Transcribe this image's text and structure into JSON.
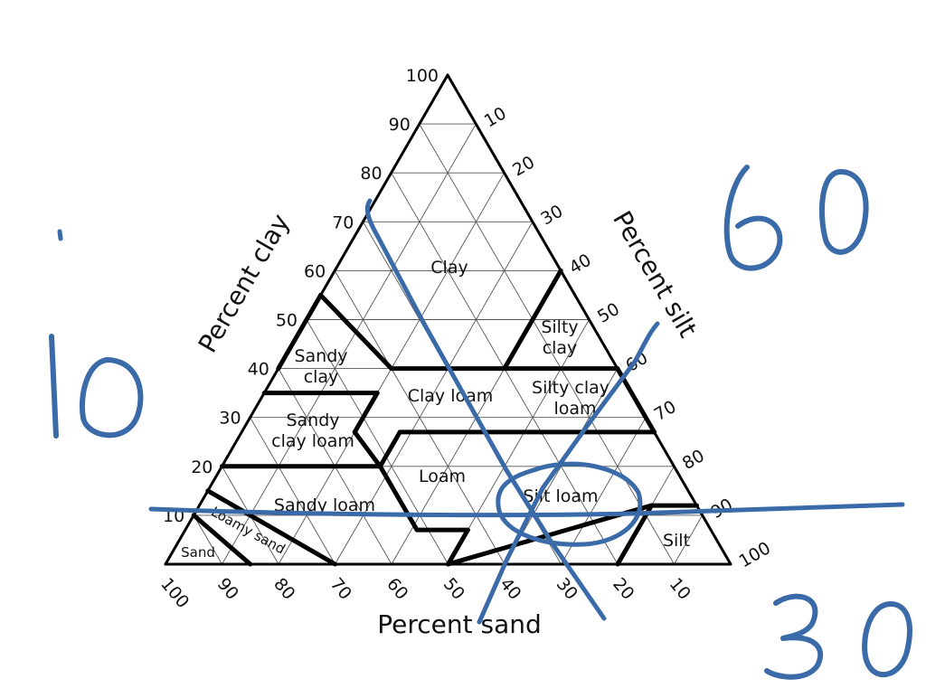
{
  "axes": {
    "clay": {
      "title": "Percent clay",
      "ticks": [
        "10",
        "20",
        "30",
        "40",
        "50",
        "60",
        "70",
        "80",
        "90",
        "100"
      ]
    },
    "silt": {
      "title": "Percent silt",
      "ticks": [
        "10",
        "20",
        "30",
        "40",
        "50",
        "60",
        "70",
        "80",
        "90",
        "100"
      ]
    },
    "sand": {
      "title": "Percent sand",
      "ticks": [
        "100",
        "90",
        "80",
        "70",
        "60",
        "50",
        "40",
        "30",
        "20",
        "10"
      ]
    }
  },
  "regions": {
    "clay": "Clay",
    "silty_clay_1": "Silty",
    "silty_clay_2": "clay",
    "sandy_clay_1": "Sandy",
    "sandy_clay_2": "clay",
    "clay_loam": "Clay loam",
    "silty_clay_loam_1": "Silty clay",
    "silty_clay_loam_2": "loam",
    "sandy_clay_loam_1": "Sandy",
    "sandy_clay_loam_2": "clay loam",
    "loam": "Loam",
    "silt_loam": "Silt loam",
    "sandy_loam": "Sandy loam",
    "loamy_sand": "Loamy sand",
    "sand": "Sand",
    "silt": "Silt"
  },
  "annotations": {
    "number_10": "10",
    "number_60": "60",
    "number_30": "30"
  },
  "colors": {
    "ink": "#3a6aa8",
    "grid": "#555555",
    "boundary": "#000000"
  }
}
